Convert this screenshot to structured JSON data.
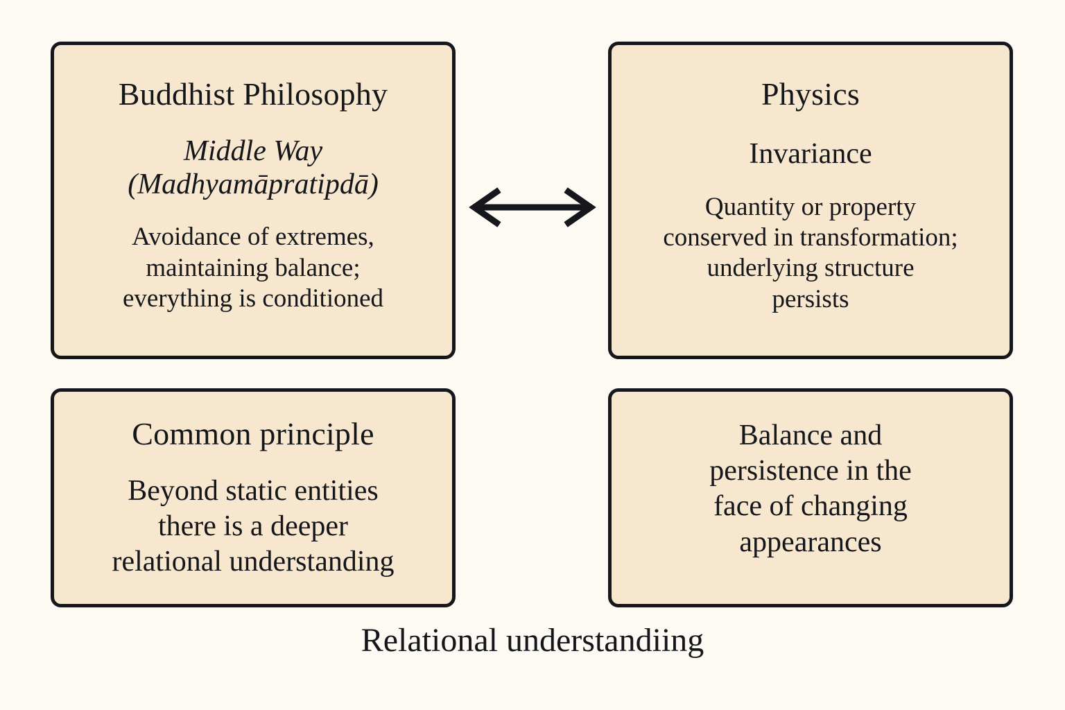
{
  "page": {
    "background_color": "#FDFAF3",
    "box_fill_color": "#F8E7CF",
    "border_color": "#15171C",
    "text_color": "#14161A"
  },
  "boxes": {
    "buddhist": {
      "title": "Buddhist Philosophy",
      "subtitle_line1": "Middle Way",
      "subtitle_line2": "(Madhyamāpratipdā)",
      "body_line1": "Avoidance of extremes,",
      "body_line2": "maintaining balance;",
      "body_line3": "everything is conditioned"
    },
    "physics": {
      "title": "Physics",
      "subtitle": "Invariance",
      "body_line1": "Quantity or property",
      "body_line2": "conserved in transformation;",
      "body_line3": "underlying structure",
      "body_line4": "persists"
    },
    "common": {
      "title": "Common principle",
      "body_line1": "Beyond static entities",
      "body_line2": "there is a deeper",
      "body_line3": "relational understanding"
    },
    "balance": {
      "body_line1": "Balance and",
      "body_line2": "persistence in the",
      "body_line3": "face of changing",
      "body_line4": "appearances"
    }
  },
  "connector": {
    "icon": "double-headed-horizontal-arrow",
    "direction": "bidirectional"
  },
  "caption": {
    "text": "Relational understandiing"
  }
}
